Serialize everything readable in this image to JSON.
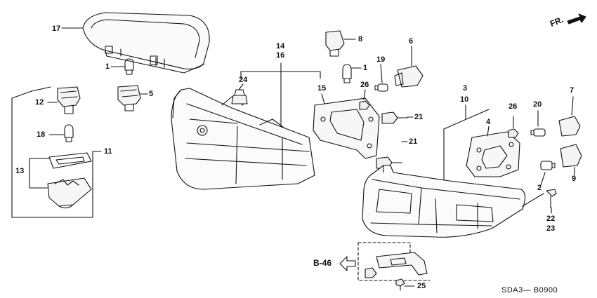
{
  "diagram": {
    "orientation_label": "FR.",
    "reference_label": "B-46",
    "diagram_code": "SDA3— B0900",
    "callouts": {
      "c17": "17",
      "c1a": "1",
      "c5": "5",
      "c12": "12",
      "c18": "18",
      "c11": "11",
      "c13": "13",
      "c14": "14",
      "c16": "16",
      "c24": "24",
      "c15": "15",
      "c8": "8",
      "c1b": "1",
      "c19": "19",
      "c6": "6",
      "c26a": "26",
      "c21a": "21",
      "c21b": "21",
      "c3": "3",
      "c10": "10",
      "c4": "4",
      "c26b": "26",
      "c20": "20",
      "c7": "7",
      "c9": "9",
      "c2": "2",
      "c22": "22",
      "c23": "23",
      "c25": "25"
    }
  }
}
